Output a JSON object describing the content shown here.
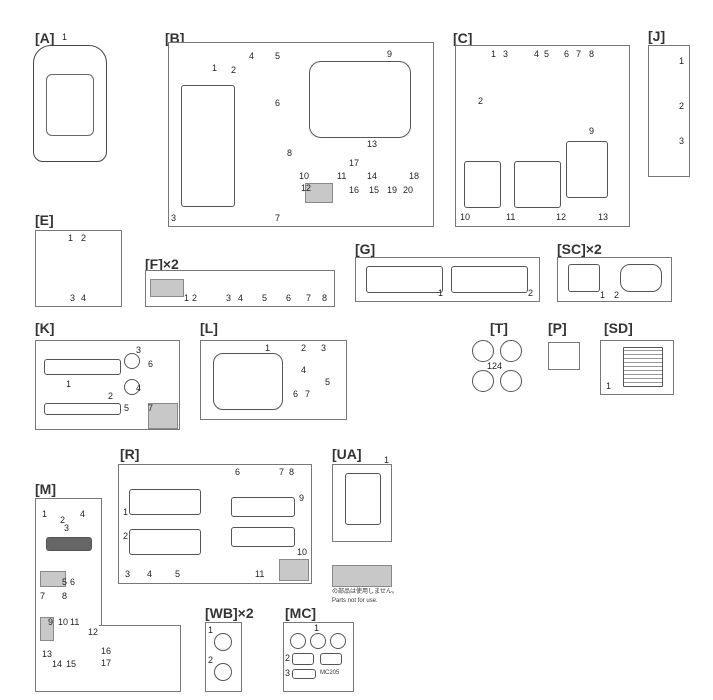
{
  "sprues": {
    "A": {
      "title": "[A]",
      "nums": [
        "1"
      ]
    },
    "B": {
      "title": "[B]",
      "nums": [
        "1",
        "2",
        "3",
        "4",
        "5",
        "6",
        "7",
        "8",
        "9",
        "10",
        "11",
        "12",
        "13",
        "14",
        "15",
        "16",
        "17",
        "18",
        "19",
        "20"
      ]
    },
    "C": {
      "title": "[C]",
      "nums": [
        "1",
        "2",
        "3",
        "4",
        "5",
        "6",
        "7",
        "8",
        "9",
        "10",
        "11",
        "12",
        "13"
      ]
    },
    "J": {
      "title": "[J]",
      "nums": [
        "1",
        "2",
        "3"
      ]
    },
    "E": {
      "title": "[E]",
      "nums": [
        "1",
        "2",
        "3",
        "4"
      ]
    },
    "F": {
      "title": "[F]×2",
      "nums": [
        "1",
        "2",
        "3",
        "4",
        "5",
        "6",
        "7",
        "8"
      ]
    },
    "G": {
      "title": "[G]",
      "nums": [
        "1",
        "2"
      ]
    },
    "SC": {
      "title": "[SC]×2",
      "nums": [
        "1",
        "2"
      ]
    },
    "K": {
      "title": "[K]",
      "nums": [
        "1",
        "2",
        "3",
        "4",
        "5",
        "6",
        "7"
      ]
    },
    "L": {
      "title": "[L]",
      "nums": [
        "1",
        "2",
        "3",
        "4",
        "5",
        "6",
        "7"
      ]
    },
    "T": {
      "title": "[T]",
      "nums": [
        "124"
      ]
    },
    "P": {
      "title": "[P]"
    },
    "SD": {
      "title": "[SD]",
      "nums": [
        "1"
      ]
    },
    "R": {
      "title": "[R]",
      "nums": [
        "1",
        "2",
        "3",
        "4",
        "5",
        "6",
        "7",
        "8",
        "9",
        "10",
        "11"
      ]
    },
    "UA": {
      "title": "[UA]",
      "nums": [
        "1"
      ]
    },
    "M": {
      "title": "[M]",
      "nums": [
        "1",
        "2",
        "3",
        "4",
        "5",
        "6",
        "7",
        "8",
        "9",
        "10",
        "11",
        "12",
        "13",
        "14",
        "15",
        "16",
        "17"
      ]
    },
    "WB": {
      "title": "[WB]×2",
      "nums": [
        "1",
        "2"
      ]
    },
    "MC": {
      "title": "[MC]",
      "nums": [
        "1",
        "2",
        "3"
      ],
      "marking": "MC205"
    }
  },
  "notice": {
    "jp": "の部品は使用しません。",
    "en": "Parts not for use."
  }
}
